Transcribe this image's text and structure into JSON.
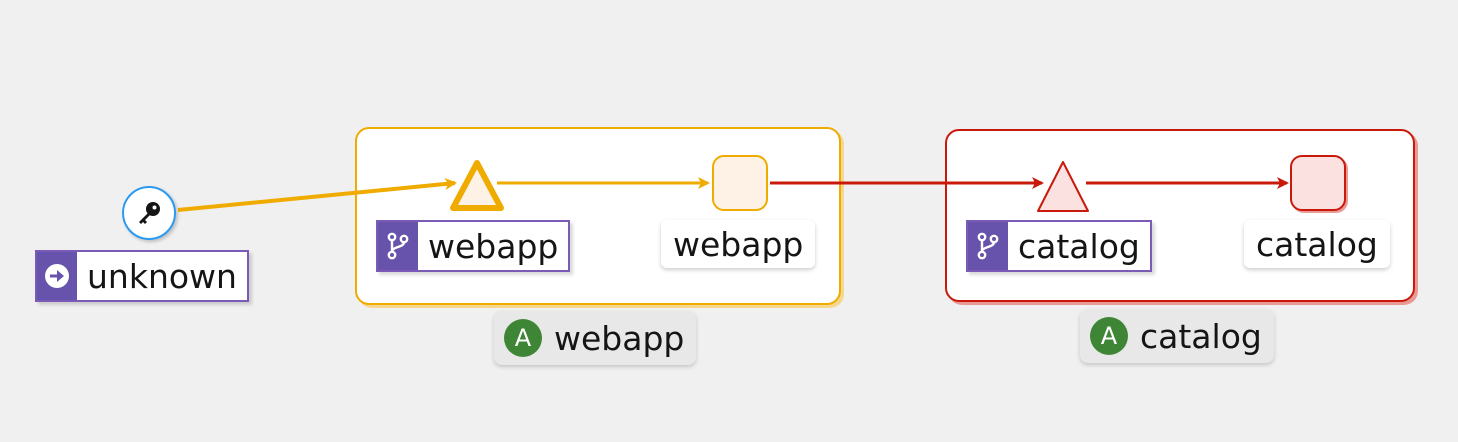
{
  "colors": {
    "warning": "#f0ab00",
    "danger": "#c9190b",
    "workload_badge": "#6753ac",
    "app_badge": "#3e8635",
    "key_node_border": "#2b9af3"
  },
  "nodes": {
    "unknown": {
      "label": "unknown",
      "badge_icon": "arrow-right-circle-icon"
    },
    "key_node": {
      "icon": "key-icon"
    },
    "webapp_workload": {
      "label": "webapp",
      "badge_icon": "code-branch-icon",
      "status": "warning"
    },
    "webapp_service": {
      "label": "webapp",
      "status": "warning"
    },
    "catalog_workload": {
      "label": "catalog",
      "badge_icon": "code-branch-icon",
      "status": "danger"
    },
    "catalog_service": {
      "label": "catalog",
      "status": "danger"
    }
  },
  "groups": {
    "webapp": {
      "badge": "A",
      "label": "webapp",
      "status": "warning"
    },
    "catalog": {
      "badge": "A",
      "label": "catalog",
      "status": "danger"
    }
  },
  "edges": [
    {
      "from": "key_node",
      "to": "webapp_workload",
      "status": "warning"
    },
    {
      "from": "webapp_workload",
      "to": "webapp_service",
      "status": "warning"
    },
    {
      "from": "webapp_service",
      "to": "catalog_workload",
      "status": "danger"
    },
    {
      "from": "catalog_workload",
      "to": "catalog_service",
      "status": "danger"
    }
  ]
}
